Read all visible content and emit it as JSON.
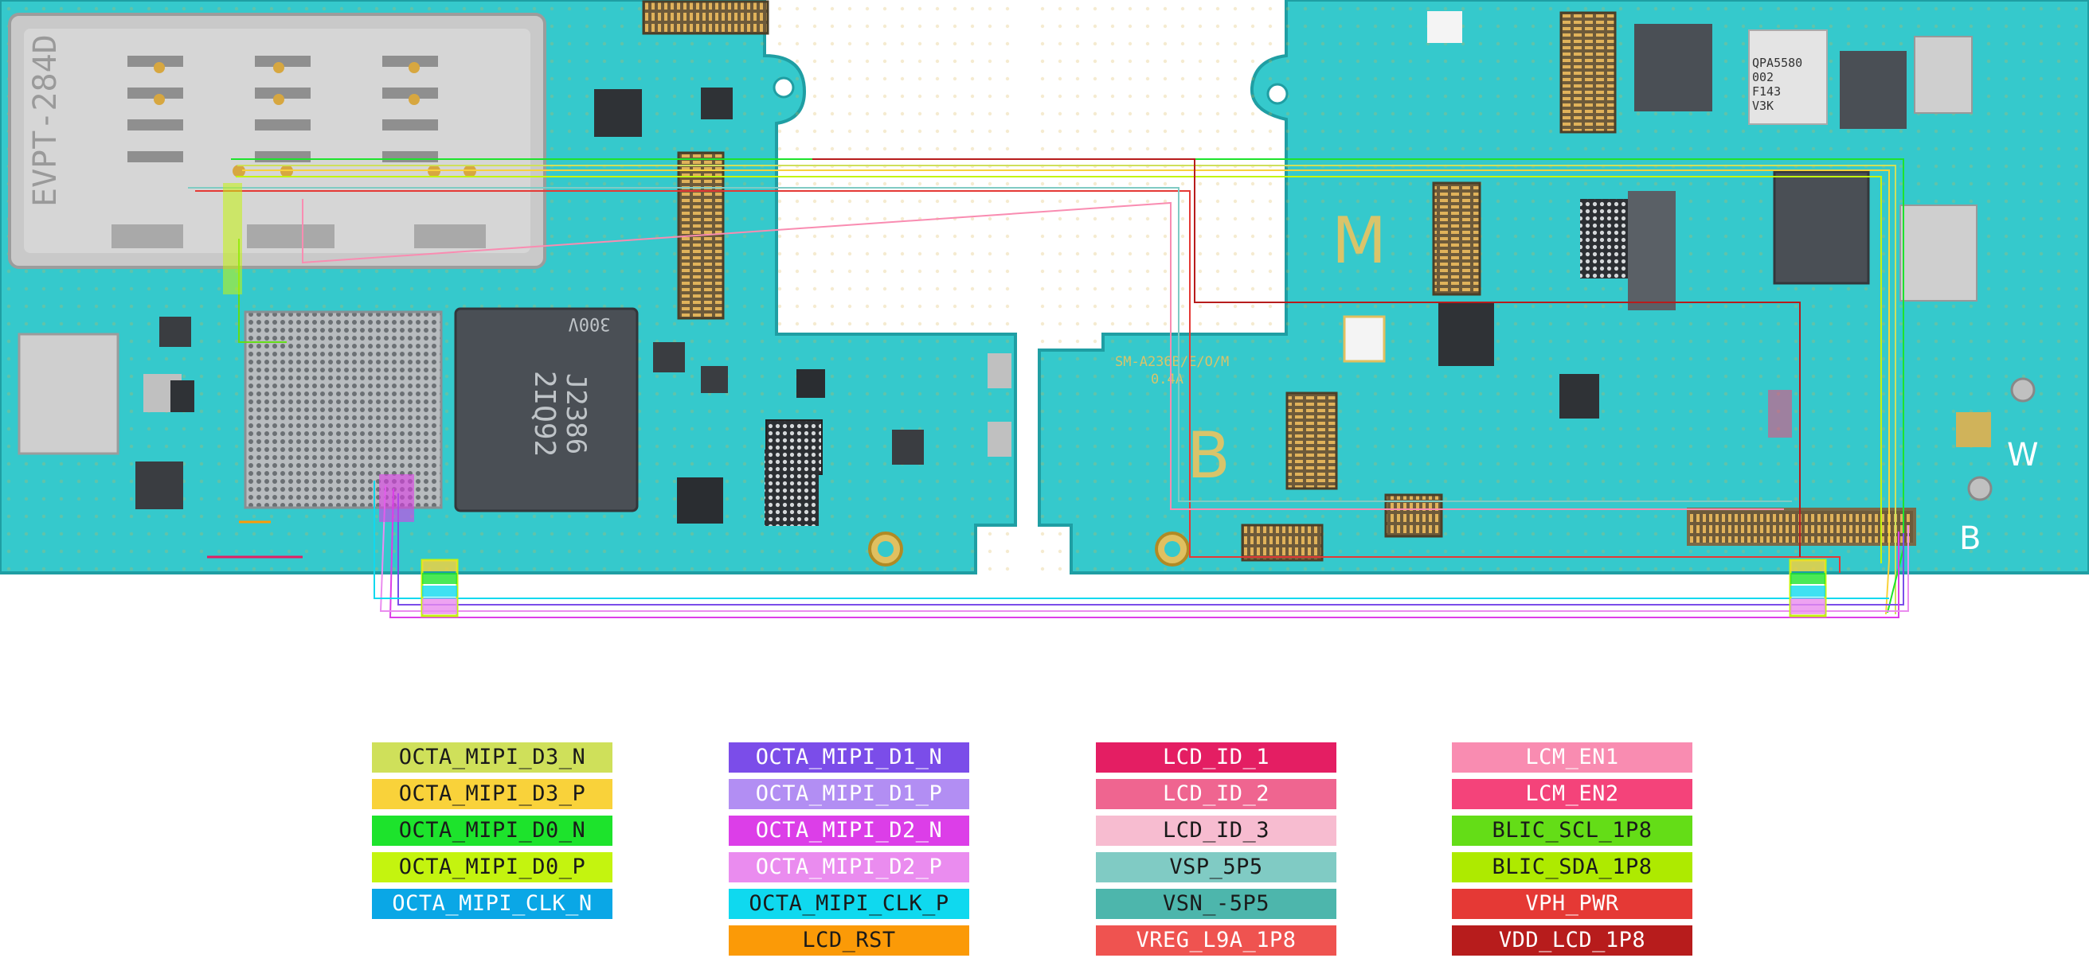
{
  "board": {
    "model_label": "SM-A236B/E/O/M",
    "revision_label": "0.4A",
    "sim_tray_label": "EVPT-284D",
    "emmc_marking_1": "2IQ92",
    "emmc_marking_2": "J2386",
    "emmc_marking_3": "300V",
    "chip_marking_1": "QPA5580",
    "chip_marking_2": "002",
    "chip_marking_3": "F143",
    "chip_marking_4": "V3K",
    "silk_m": "M",
    "silk_b_left": "B",
    "silk_b_right": "B",
    "silk_w": "W"
  },
  "colors": {
    "pcb": "#35c9cc",
    "pcb_dark": "#23aeb3",
    "pcb_edge": "#1f9ea3",
    "shield": "#c9c9c9",
    "chip": "#4a4f55"
  },
  "legend": [
    {
      "id": "octa-mipi-d3-n",
      "label": "OCTA_MIPI_D3_N",
      "bg": "#cfe05a",
      "fg": "#1a1a1a"
    },
    {
      "id": "octa-mipi-d3-p",
      "label": "OCTA_MIPI_D3_P",
      "bg": "#f9d23a",
      "fg": "#1a1a1a"
    },
    {
      "id": "octa-mipi-d0-n",
      "label": "OCTA_MIPI_D0_N",
      "bg": "#1de32c",
      "fg": "#1a1a1a"
    },
    {
      "id": "octa-mipi-d0-p",
      "label": "OCTA_MIPI_D0_P",
      "bg": "#c4f40f",
      "fg": "#1a1a1a"
    },
    {
      "id": "octa-mipi-clk-n",
      "label": "OCTA_MIPI_CLK_N",
      "bg": "#0aa7e6",
      "fg": "#ffffff"
    },
    {
      "id": "octa-mipi-d1-n",
      "label": "OCTA_MIPI_D1_N",
      "bg": "#7b4de9",
      "fg": "#ffffff"
    },
    {
      "id": "octa-mipi-d1-p",
      "label": "OCTA_MIPI_D1_P",
      "bg": "#b28ef3",
      "fg": "#ffffff"
    },
    {
      "id": "octa-mipi-d2-n",
      "label": "OCTA_MIPI_D2_N",
      "bg": "#dc3ee8",
      "fg": "#ffffff"
    },
    {
      "id": "octa-mipi-d2-p",
      "label": "OCTA_MIPI_D2_P",
      "bg": "#ea8cef",
      "fg": "#ffffff"
    },
    {
      "id": "octa-mipi-clk-p",
      "label": "OCTA_MIPI_CLK_P",
      "bg": "#0fd9ef",
      "fg": "#1a1a1a"
    },
    {
      "id": "lcd-rst",
      "label": "LCD_RST",
      "bg": "#fb9a07",
      "fg": "#1a1a1a"
    },
    {
      "id": "lcd-id-1",
      "label": "LCD_ID_1",
      "bg": "#e41e63",
      "fg": "#ffffff"
    },
    {
      "id": "lcd-id-2",
      "label": "LCD_ID_2",
      "bg": "#ef6590",
      "fg": "#ffffff"
    },
    {
      "id": "lcd-id-3",
      "label": "LCD_ID_3",
      "bg": "#f7bcd0",
      "fg": "#1a1a1a"
    },
    {
      "id": "vsp-5p5",
      "label": "VSP_5P5",
      "bg": "#80cbc4",
      "fg": "#1a1a1a"
    },
    {
      "id": "vsn-5p5",
      "label": "VSN_-5P5",
      "bg": "#4db6ac",
      "fg": "#1a1a1a"
    },
    {
      "id": "vreg-l9a-1p8",
      "label": "VREG_L9A_1P8",
      "bg": "#ef5350",
      "fg": "#ffffff"
    },
    {
      "id": "lcm-en1",
      "label": "LCM_EN1",
      "bg": "#f98cb1",
      "fg": "#ffffff"
    },
    {
      "id": "lcm-en2",
      "label": "LCM_EN2",
      "bg": "#f4437a",
      "fg": "#ffffff"
    },
    {
      "id": "blic-scl-1p8",
      "label": "BLIC_SCL_1P8",
      "bg": "#64dd17",
      "fg": "#1a1a1a"
    },
    {
      "id": "blic-sda-1p8",
      "label": "BLIC_SDA_1P8",
      "bg": "#aeea00",
      "fg": "#1a1a1a"
    },
    {
      "id": "vph-pwr",
      "label": "VPH_PWR",
      "bg": "#e53935",
      "fg": "#ffffff"
    },
    {
      "id": "vdd-lcd-1p8",
      "label": "VDD_LCD_1P8",
      "bg": "#b71c1c",
      "fg": "#ffffff"
    }
  ]
}
